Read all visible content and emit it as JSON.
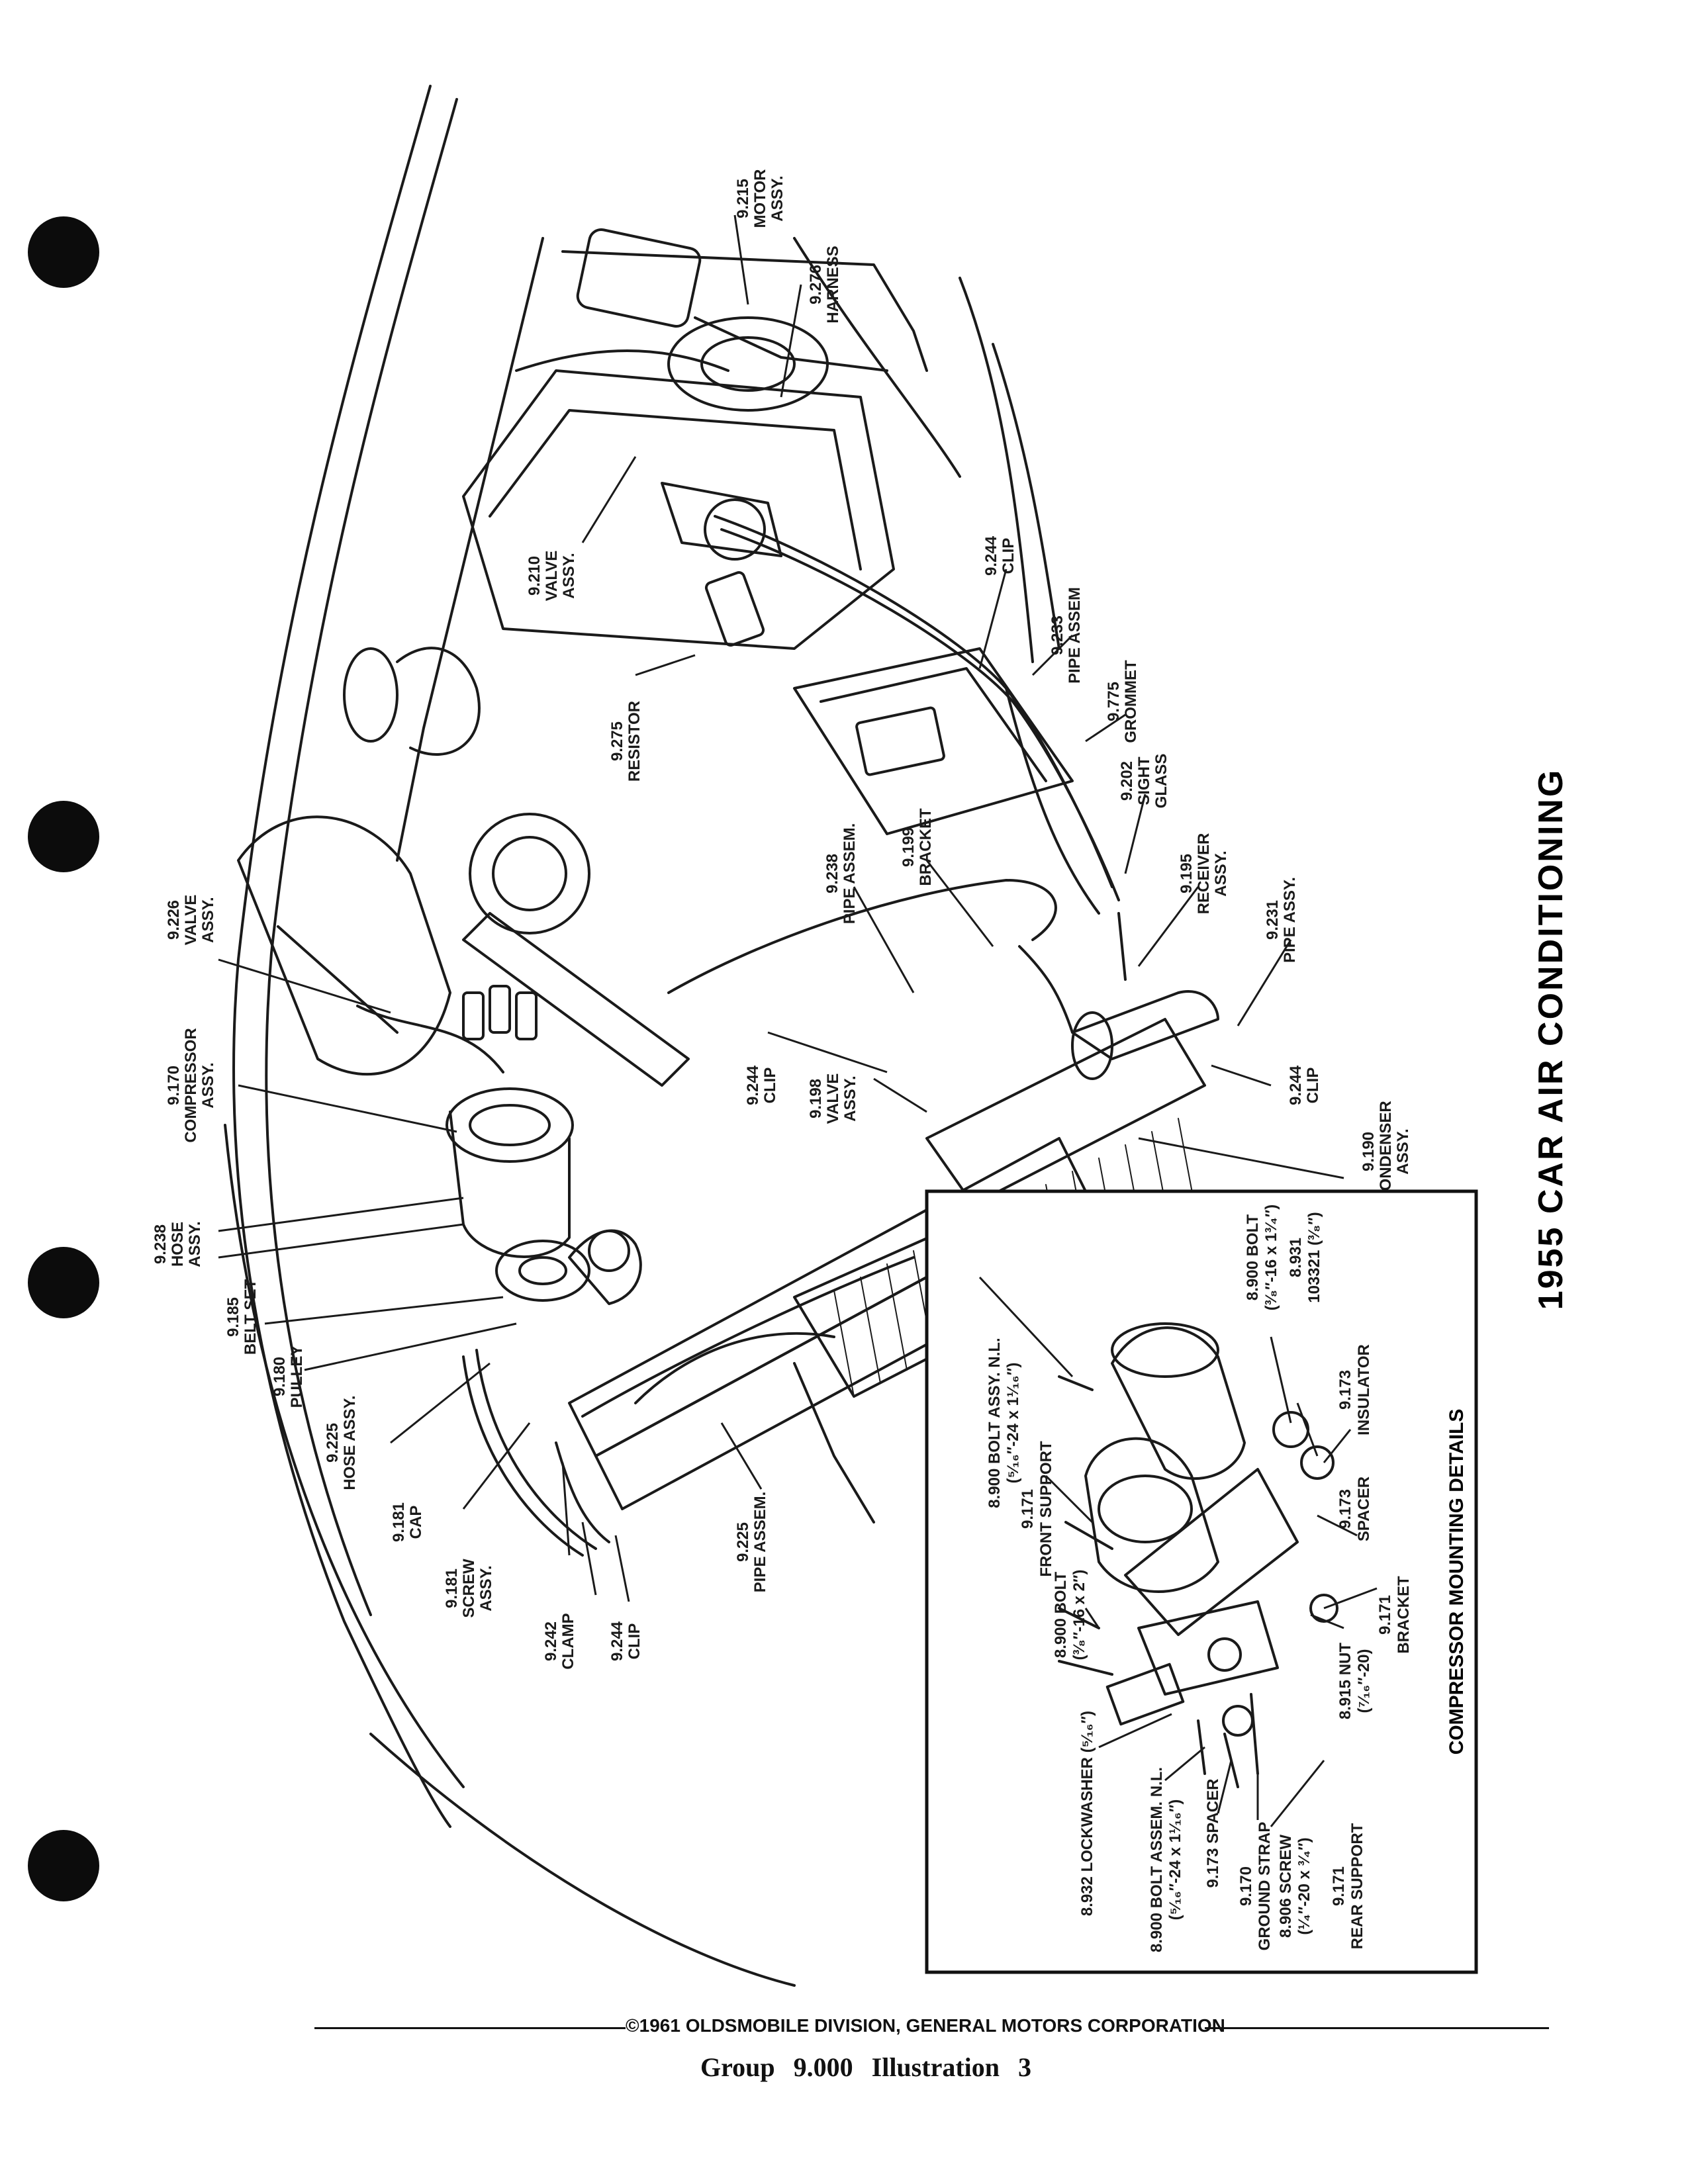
{
  "page_title": "1955 CAR AIR CONDITIONING",
  "inset_title": "COMPRESSOR MOUNTING DETAILS",
  "copyright": "©1961 OLDSMOBILE DIVISION, GENERAL MOTORS CORPORATION",
  "footer": {
    "group_label": "Group",
    "group_number": "9.000",
    "illustration_label": "Illustration",
    "illustration_number": "3"
  },
  "labels": [
    {
      "id": "motor-assy",
      "lines": [
        "9.215",
        "MOTOR",
        "ASSY."
      ]
    },
    {
      "id": "harness",
      "lines": [
        "9.276",
        "HARNESS"
      ]
    },
    {
      "id": "valve-assy-9210",
      "lines": [
        "9.210",
        "VALVE",
        "ASSY."
      ]
    },
    {
      "id": "clip-9244-top",
      "lines": [
        "9.244",
        "CLIP"
      ]
    },
    {
      "id": "pipe-assem-9233",
      "lines": [
        "9.233",
        "PIPE ASSEM"
      ]
    },
    {
      "id": "grommet",
      "lines": [
        "9.775",
        "GROMMET"
      ]
    },
    {
      "id": "resistor",
      "lines": [
        "9.275",
        "RESISTOR"
      ]
    },
    {
      "id": "sight-glass",
      "lines": [
        "9.202",
        "SIGHT",
        "GLASS"
      ]
    },
    {
      "id": "receiver-assy",
      "lines": [
        "9.195",
        "RECEIVER",
        "ASSY."
      ]
    },
    {
      "id": "bracket-9199",
      "lines": [
        "9.199",
        "BRACKET"
      ]
    },
    {
      "id": "pipe-assem-9238",
      "lines": [
        "9.238",
        "PIPE ASSEM."
      ]
    },
    {
      "id": "pipe-assy-9231",
      "lines": [
        "9.231",
        "PIPE ASSY."
      ]
    },
    {
      "id": "valve-assy-9226",
      "lines": [
        "9.226",
        "VALVE",
        "ASSY."
      ]
    },
    {
      "id": "compressor-assy",
      "lines": [
        "9.170",
        "COMPRESSOR",
        "ASSY."
      ]
    },
    {
      "id": "clip-9244-mid",
      "lines": [
        "9.244",
        "CLIP"
      ]
    },
    {
      "id": "valve-assy-9198",
      "lines": [
        "9.198",
        "VALVE",
        "ASSY."
      ]
    },
    {
      "id": "clip-9244-right",
      "lines": [
        "9.244",
        "CLIP"
      ]
    },
    {
      "id": "condenser-assy",
      "lines": [
        "9.190",
        "CONDENSER",
        "ASSY."
      ]
    },
    {
      "id": "hose-assy-9238",
      "lines": [
        "9.238",
        "HOSE",
        "ASSY."
      ]
    },
    {
      "id": "belt-set",
      "lines": [
        "9.185",
        "BELT SET"
      ]
    },
    {
      "id": "pulley",
      "lines": [
        "9.180",
        "PULLEY"
      ]
    },
    {
      "id": "hose-assy-9225",
      "lines": [
        "9.225",
        "HOSE ASSY."
      ]
    },
    {
      "id": "cap",
      "lines": [
        "9.181",
        "CAP"
      ]
    },
    {
      "id": "screw-assy",
      "lines": [
        "9.181",
        "SCREW",
        "ASSY."
      ]
    },
    {
      "id": "clamp",
      "lines": [
        "9.242",
        "CLAMP"
      ]
    },
    {
      "id": "clip-9244-bottom",
      "lines": [
        "9.244",
        "CLIP"
      ]
    },
    {
      "id": "pipe-assem-9225",
      "lines": [
        "9.225",
        "PIPE ASSEM."
      ]
    }
  ],
  "inset_labels": [
    {
      "id": "bolt-assy-nl",
      "lines": [
        "8.900 BOLT ASSY. N.L.",
        "(⁵⁄₁₆″-24 x 1¹⁄₁₆″)"
      ]
    },
    {
      "id": "front-support",
      "lines": [
        "9.171",
        "FRONT SUPPORT"
      ]
    },
    {
      "id": "bolt-8900-top",
      "lines": [
        "8.900 BOLT",
        "(³⁄₈″-16 x 1³⁄₄″)"
      ]
    },
    {
      "id": "washer-103321",
      "lines": [
        "8.931",
        "103321 (³⁄₈″)"
      ]
    },
    {
      "id": "insulator",
      "lines": [
        "9.173",
        "INSULATOR"
      ]
    },
    {
      "id": "spacer-9173",
      "lines": [
        "9.173",
        "SPACER"
      ]
    },
    {
      "id": "bracket-9171",
      "lines": [
        "9.171",
        "BRACKET"
      ]
    },
    {
      "id": "nut-8915",
      "lines": [
        "8.915 NUT",
        "(⁷⁄₁₆″-20)"
      ]
    },
    {
      "id": "bolt-8900-mid",
      "lines": [
        "8.900 BOLT",
        "(³⁄₈″-16 x 2″)"
      ]
    },
    {
      "id": "lockwasher",
      "lines": [
        "8.932 LOCKWASHER (⁵⁄₁₆″)"
      ]
    },
    {
      "id": "bolt-assem-nl",
      "lines": [
        "8.900 BOLT ASSEM. N.L.",
        "(⁵⁄₁₆″-24 x 1¹⁄₁₆″)"
      ]
    },
    {
      "id": "spacer-9173b",
      "lines": [
        "9.173 SPACER"
      ]
    },
    {
      "id": "ground-strap",
      "lines": [
        "9.170",
        "GROUND STRAP"
      ]
    },
    {
      "id": "screw-8906",
      "lines": [
        "8.906 SCREW",
        "(¹⁄₄″-20 x ³⁄₄″)"
      ]
    },
    {
      "id": "rear-support",
      "lines": [
        "9.171",
        "REAR SUPPORT"
      ]
    }
  ]
}
